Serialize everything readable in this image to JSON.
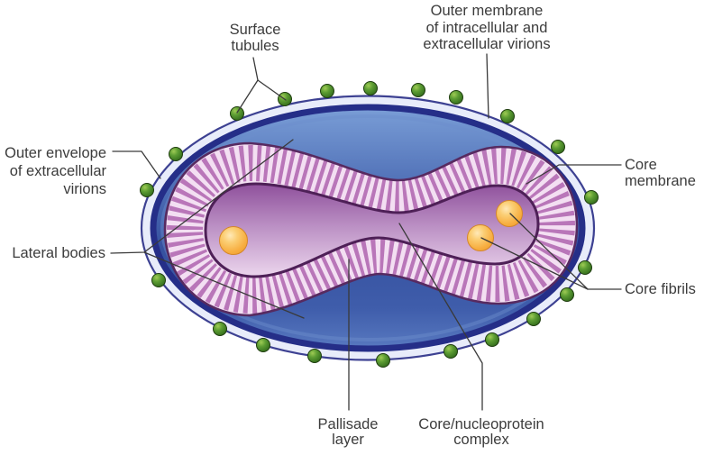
{
  "figure": {
    "type": "labeled-diagram",
    "subject": "Poxvirus virion structure"
  },
  "labels": {
    "surface_tubules": {
      "lines": [
        "Surface",
        "tubules"
      ]
    },
    "outer_membrane": {
      "lines": [
        "Outer membrane",
        "of intracellular and",
        "extracellular virions"
      ]
    },
    "outer_envelope": {
      "lines": [
        "Outer envelope",
        "of extracellular",
        "virions"
      ]
    },
    "lateral_bodies": {
      "lines": [
        "Lateral bodies"
      ]
    },
    "core_membrane": {
      "lines": [
        "Core",
        "membrane"
      ]
    },
    "core_fibrils": {
      "lines": [
        "Core fibrils"
      ]
    },
    "pallisade_layer": {
      "lines": [
        "Pallisade",
        "layer"
      ]
    },
    "core_nucleoprotein": {
      "lines": [
        "Core/nucleoprotein",
        "complex"
      ]
    }
  },
  "counts": {
    "surface_tubule_spheres": 21,
    "core_fibril_spheres": 3
  },
  "colors": {
    "background": "#ffffff",
    "outer_envelope_ring": "#e8ecfa",
    "outer_thin_outline": "#3d4192",
    "membrane_border": "#252e88",
    "membrane_blue_light": "#7ca0d8",
    "membrane_blue_dark": "#36519f",
    "pallisade_background": "#f3dff2",
    "pallisade_stripe": "#b976b9",
    "pallisade_outline": "#572a60",
    "core_membrane_outline": "#4e2057",
    "core_fill_top": "#8e4f9b",
    "core_fill_bottom": "#eed9ef",
    "tubule_green": "#4c8a28",
    "fibril_orange": "#f7ad3f",
    "label_text": "#3c3c3c",
    "leader_line": "#3a3a3a"
  }
}
